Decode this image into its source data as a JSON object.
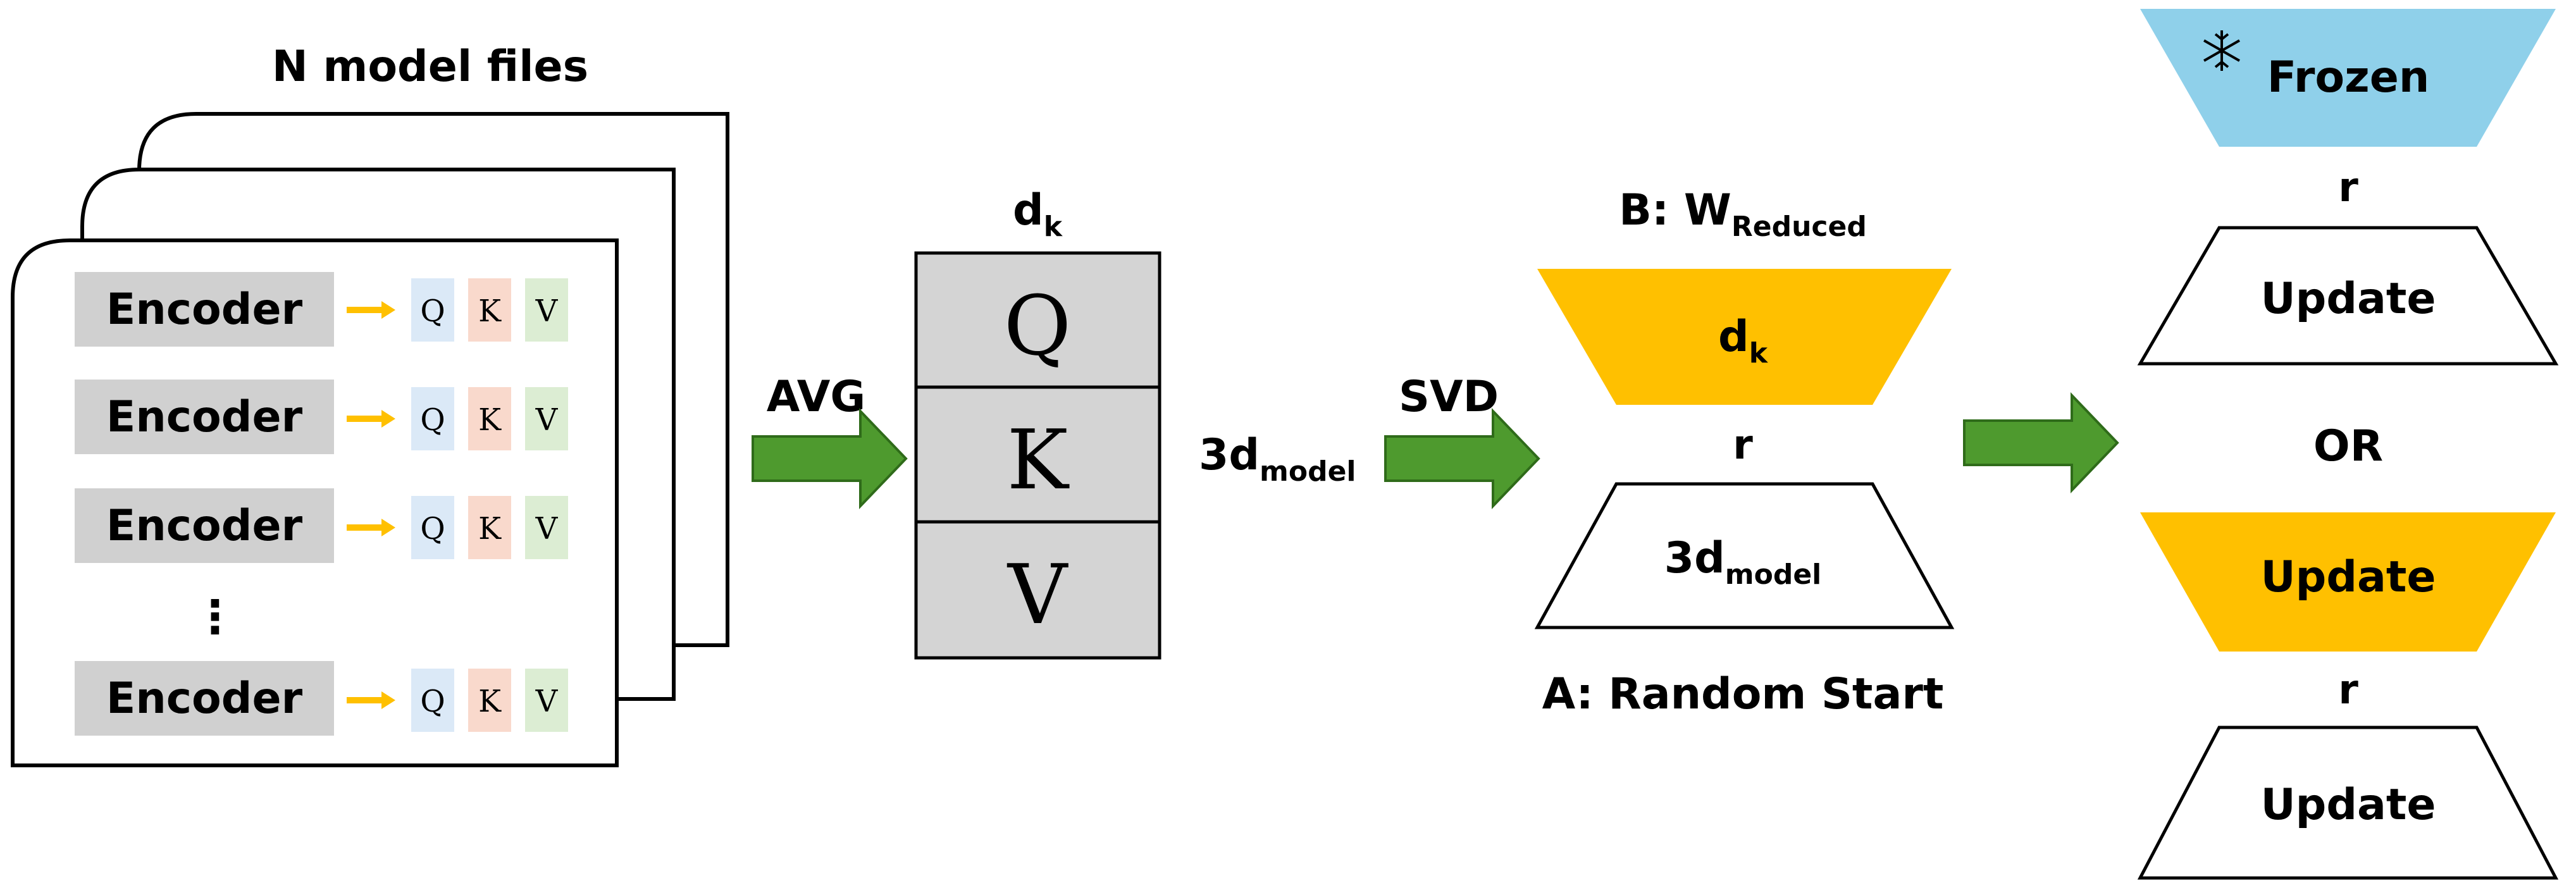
{
  "title_files": "N model files",
  "encoders": [
    {
      "label": "Encoder",
      "q": "Q",
      "k": "K",
      "v": "V"
    },
    {
      "label": "Encoder",
      "q": "Q",
      "k": "K",
      "v": "V"
    },
    {
      "label": "Encoder",
      "q": "Q",
      "k": "K",
      "v": "V"
    },
    {
      "label": "Encoder",
      "q": "Q",
      "k": "K",
      "v": "V"
    }
  ],
  "ellipsis": "⋮",
  "avg_label": "AVG",
  "matrix": {
    "top_label_main": "d",
    "top_label_sub": "k",
    "rows": [
      "Q",
      "K",
      "V"
    ],
    "side_label_main": "3d",
    "side_label_sub": "model"
  },
  "svd_label": "SVD",
  "b_label": {
    "prefix": "B: W",
    "sub": "Reduced"
  },
  "b_inner": {
    "main": "d",
    "sub": "k"
  },
  "rank_label": "r",
  "a_inner": {
    "main": "3d",
    "sub": "model"
  },
  "a_label": "A: Random Start",
  "right": {
    "frozen": "Frozen",
    "r1": "r",
    "update1": "Update",
    "or": "OR",
    "update_top": "Update",
    "r2": "r",
    "update2": "Update"
  },
  "colors": {
    "arrow_green": "#4e9a2e",
    "arrow_stroke": "#2f6b1a",
    "yellow": "#ffc000",
    "frozen_blue": "#8fd0ea",
    "encoder_gray": "#d0d0d0",
    "matrix_gray": "#d4d4d4",
    "q_box": "#dbe9f7",
    "k_box": "#f9d9cc",
    "v_box": "#dcedd3",
    "small_arrow": "#ffc000"
  },
  "icons": [
    "snowflake-icon",
    "arrow-right-icon"
  ]
}
